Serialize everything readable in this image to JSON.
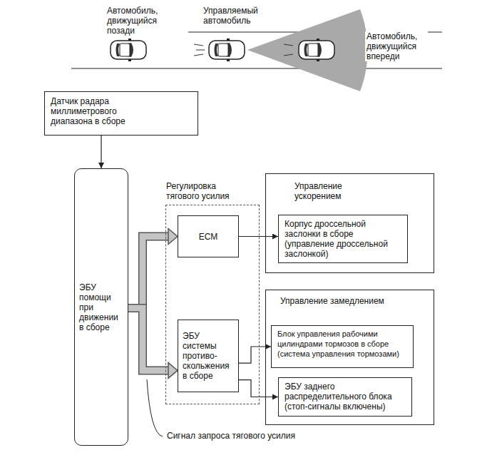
{
  "diagram": {
    "nodes": [
      {
        "text": [
          "Датчик радара миллиметрового диапазона в сборе"
        ]
      },
      {
        "text": [
          "ЭБУ помощи при движении в сборе"
        ]
      },
      {
        "text": [
          "Регулировка тягового усилия"
        ]
      },
      {
        "text": [
          "ECM"
        ],
        "in": 2
      },
      {
        "text": [
          "ЭБУ системы противо- скольжения в сборе"
        ],
        "in": 2
      },
      {
        "text": [
          "Управление ускорением"
        ]
      },
      {
        "text": [
          "Корпус дроссельной заслонки в сборе (управление дроссельной заслонкой)"
        ],
        "in": 5
      },
      {
        "text": [
          "Управление замедлением"
        ]
      },
      {
        "text": [
          "Блок управления рабочими цилиндрами тормозов в сборе (система управления тормозами)"
        ],
        "in": 7
      },
      {
        "text": [
          "ЭБУ заднего распределительного блока (стоп-сигналы включены)"
        ],
        "in": 7
      }
    ],
    "edges": [
      {
        "from": 0,
        "to": 1,
        "arrow": "to"
      },
      {
        "from": 1,
        "to": 3,
        "arrow": "to"
      },
      {
        "from": 1,
        "to": 4,
        "arrow": "to"
      },
      {
        "from": 3,
        "to": 6,
        "arrow": "to"
      },
      {
        "from": 4,
        "to": 8,
        "arrow": "to"
      },
      {
        "from": 4,
        "to": 9,
        "arrow": "to"
      }
    ],
    "labels": [
      "Автомобиль, движущийся позади",
      "Управляемый автомобиль",
      "Автомобиль, движущийся впереди",
      "Сигнал запроса тягового усилия"
    ]
  }
}
